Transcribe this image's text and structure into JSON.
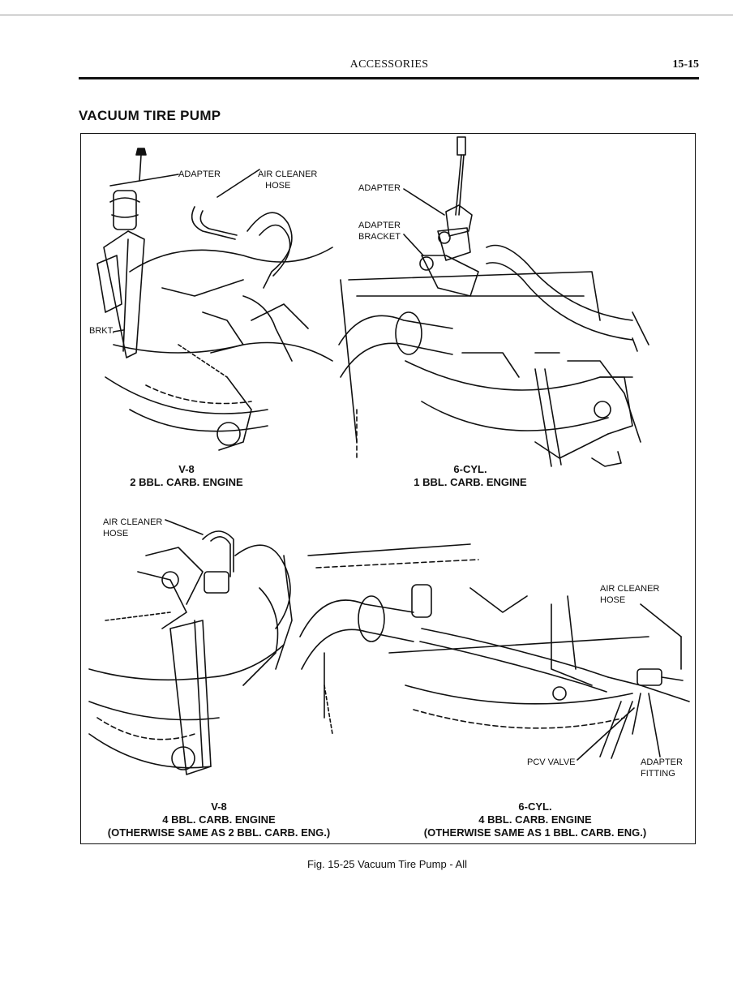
{
  "header": {
    "section": "ACCESSORIES",
    "page_number": "15-15"
  },
  "section_title": "VACUUM TIRE PUMP",
  "panels": {
    "v8_2bbl": {
      "labels": {
        "adapter": "ADAPTER",
        "air_cleaner_hose": "AIR CLEANER\n   HOSE",
        "brkt": "BRKT."
      },
      "caption_line1": "V-8",
      "caption_line2": "2 BBL. CARB. ENGINE"
    },
    "six_1bbl": {
      "labels": {
        "adapter": "ADAPTER",
        "adapter_bracket": "ADAPTER\nBRACKET"
      },
      "caption_line1": "6-CYL.",
      "caption_line2": "1 BBL. CARB. ENGINE"
    },
    "v8_4bbl": {
      "labels": {
        "air_cleaner_hose": "AIR CLEANER\nHOSE"
      },
      "caption_line1": "V-8",
      "caption_line2": "4 BBL. CARB. ENGINE",
      "caption_line3": "(OTHERWISE SAME AS 2 BBL. CARB. ENG.)"
    },
    "six_4bbl": {
      "labels": {
        "air_cleaner_hose": "AIR CLEANER\nHOSE",
        "pcv_valve": "PCV VALVE",
        "adapter_fitting": "ADAPTER\nFITTING"
      },
      "caption_line1": "6-CYL.",
      "caption_line2": "4 BBL. CARB. ENGINE",
      "caption_line3": "(OTHERWISE SAME AS 1 BBL. CARB. ENG.)"
    }
  },
  "figure_caption": "Fig. 15-25 Vacuum Tire Pump - All"
}
